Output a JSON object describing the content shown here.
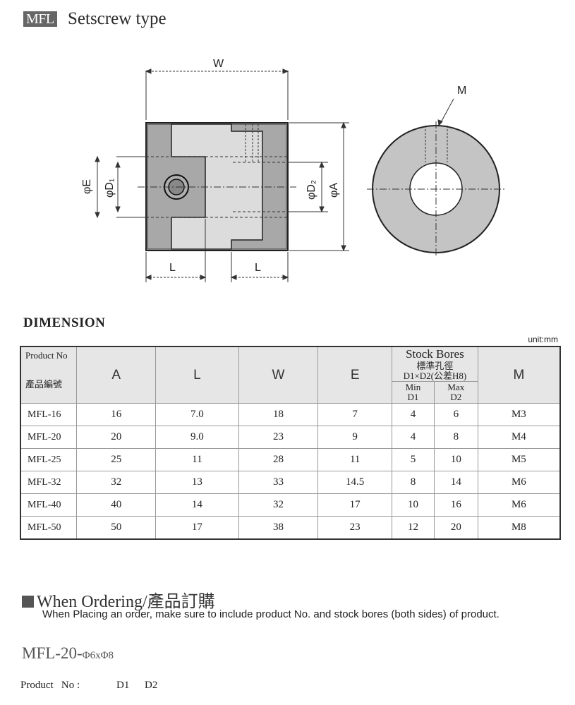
{
  "header": {
    "badge": "MFL",
    "title": "Setscrew type"
  },
  "drawing": {
    "labels": {
      "W": "W",
      "M": "M",
      "E": "φE",
      "D1": "φD₁",
      "D2": "φD₂",
      "A": "φA",
      "L_left": "L",
      "L_right": "L"
    }
  },
  "section_title": "DIMENSION",
  "unit": "unit:mm",
  "table": {
    "product_no_en": "Product No",
    "product_no_zh": "產品編號",
    "col_A": "A",
    "col_L": "L",
    "col_W": "W",
    "col_E": "E",
    "stock_bores_en": "Stock Bores",
    "stock_bores_zh": "標準孔徑",
    "stock_bores_tol": "D1×D2(公差H8)",
    "min_label": "Min",
    "min_sub": "D1",
    "max_label": "Max",
    "max_sub": "D2",
    "col_M": "M",
    "rows": [
      {
        "pn": "MFL-16",
        "A": "16",
        "L": "7.0",
        "W": "18",
        "E": "7",
        "D1": "4",
        "D2": "6",
        "M": "M3"
      },
      {
        "pn": "MFL-20",
        "A": "20",
        "L": "9.0",
        "W": "23",
        "E": "9",
        "D1": "4",
        "D2": "8",
        "M": "M4"
      },
      {
        "pn": "MFL-25",
        "A": "25",
        "L": "11",
        "W": "28",
        "E": "11",
        "D1": "5",
        "D2": "10",
        "M": "M5"
      },
      {
        "pn": "MFL-32",
        "A": "32",
        "L": "13",
        "W": "33",
        "E": "14.5",
        "D1": "8",
        "D2": "14",
        "M": "M6"
      },
      {
        "pn": "MFL-40",
        "A": "40",
        "L": "14",
        "W": "32",
        "E": "17",
        "D1": "10",
        "D2": "16",
        "M": "M6"
      },
      {
        "pn": "MFL-50",
        "A": "50",
        "L": "17",
        "W": "38",
        "E": "23",
        "D1": "12",
        "D2": "20",
        "M": "M8"
      }
    ]
  },
  "ordering": {
    "title": "When Ordering/產品訂購",
    "text": "When Placing an order, make sure to include product No. and stock bores (both sides) of product.",
    "example_code": "MFL-20-",
    "example_spec": "Φ6xΦ8",
    "product_label": "Product   No :",
    "d1_label": "D1",
    "d2_label": "D2"
  },
  "colors": {
    "part_fill": "#c8c8c8",
    "part_dark": "#a9a9a9",
    "header_bg": "#e6e6e6",
    "badge_bg": "#666666"
  }
}
